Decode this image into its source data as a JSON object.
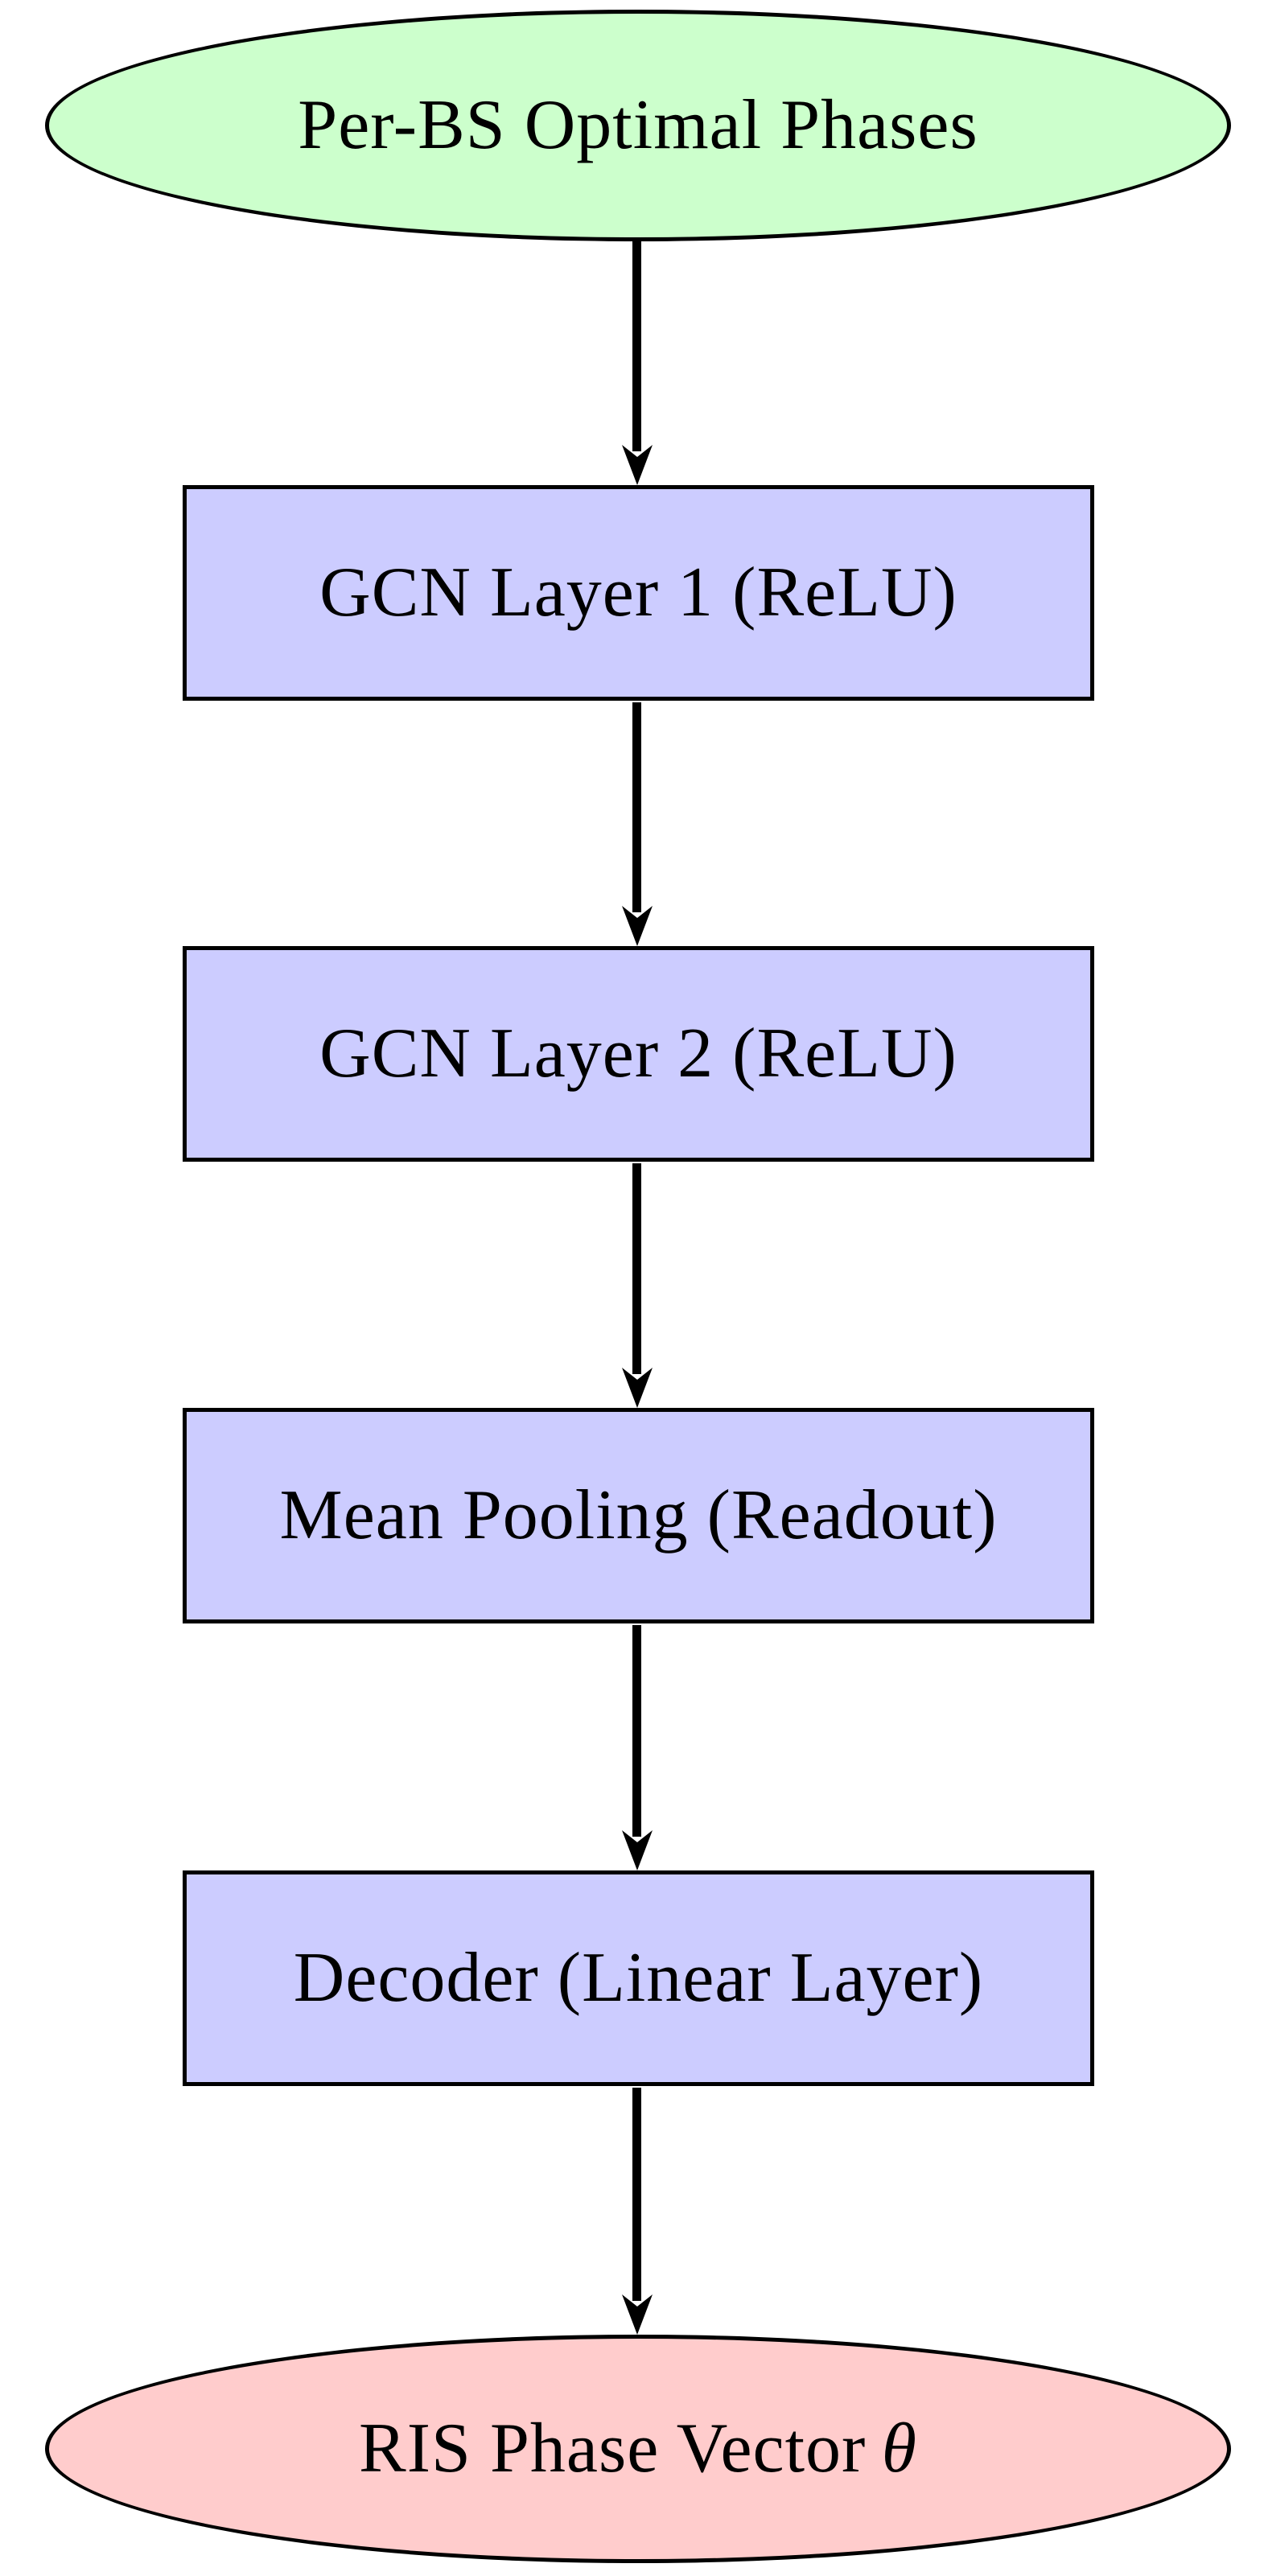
{
  "diagram": {
    "type": "flowchart",
    "direction": "top-to-bottom",
    "colors": {
      "background": "#ffffff",
      "stroke": "#000000",
      "start_fill": "#ccffcc",
      "layer_fill": "#ccccff",
      "end_fill": "#ffcccc"
    },
    "nodes": {
      "start": {
        "label": "Per-BS Optimal Phases",
        "shape": "ellipse",
        "fill": "#ccffcc"
      },
      "gcn1": {
        "label": "GCN Layer 1 (ReLU)",
        "shape": "rectangle",
        "fill": "#ccccff"
      },
      "gcn2": {
        "label": "GCN Layer 2 (ReLU)",
        "shape": "rectangle",
        "fill": "#ccccff"
      },
      "pooling": {
        "label": "Mean Pooling (Readout)",
        "shape": "rectangle",
        "fill": "#ccccff"
      },
      "decoder": {
        "label": "Decoder (Linear Layer)",
        "shape": "rectangle",
        "fill": "#ccccff"
      },
      "end": {
        "label_text": "RIS Phase Vector",
        "label_symbol": "θ",
        "shape": "ellipse",
        "fill": "#ffcccc"
      }
    },
    "edges": [
      {
        "from": "start",
        "to": "gcn1"
      },
      {
        "from": "gcn1",
        "to": "gcn2"
      },
      {
        "from": "gcn2",
        "to": "pooling"
      },
      {
        "from": "pooling",
        "to": "decoder"
      },
      {
        "from": "decoder",
        "to": "end"
      }
    ]
  }
}
